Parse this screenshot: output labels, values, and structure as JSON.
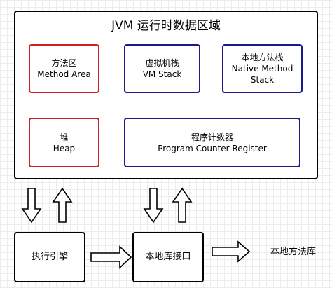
{
  "outer": {
    "title": "JVM 运行时数据区域"
  },
  "method_area": {
    "line1": "方法区",
    "line2": "Method Area"
  },
  "vm_stack": {
    "line1": "虚拟机栈",
    "line2": "VM Stack"
  },
  "native_method_stack": {
    "line1": "本地方法栈",
    "line2": "Native Method",
    "line3": "Stack"
  },
  "heap": {
    "line1": "堆",
    "line2": "Heap"
  },
  "program_counter": {
    "line1": "程序计数器",
    "line2": "Program Counter Register"
  },
  "execution_engine": {
    "label": "执行引擎"
  },
  "native_interface": {
    "label": "本地库接口"
  },
  "native_library": {
    "label": "本地方法库"
  },
  "colors": {
    "red_border": "#cc2222",
    "blue_border": "#1a1a8c",
    "black_border": "#000000"
  }
}
